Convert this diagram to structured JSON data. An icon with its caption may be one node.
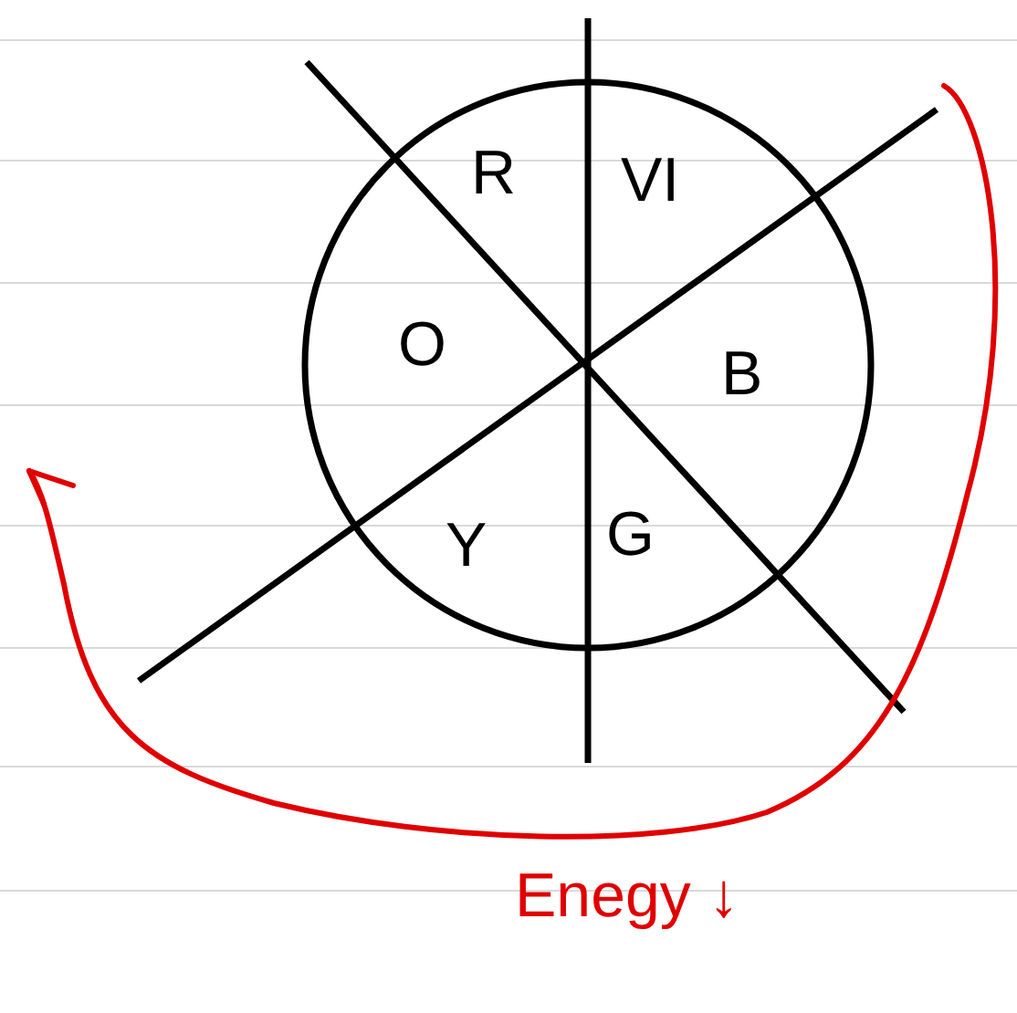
{
  "diagram": {
    "labels": [
      "R",
      "VI",
      "O",
      "B",
      "Y",
      "G",
      "Enegy ↓"
    ]
  }
}
